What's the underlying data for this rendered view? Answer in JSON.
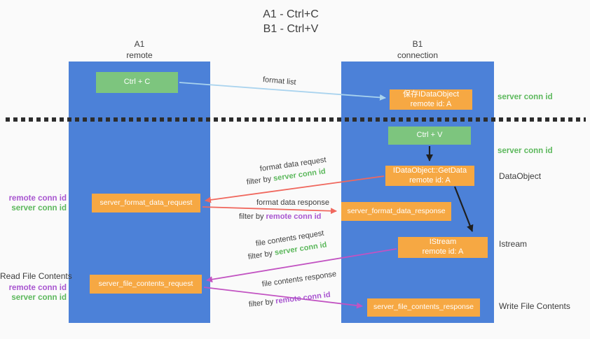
{
  "title": {
    "line1": "A1 - Ctrl+C",
    "line2": "B1 - Ctrl+V"
  },
  "columns": {
    "a": {
      "id": "A1",
      "subtitle": "remote"
    },
    "b": {
      "id": "B1",
      "subtitle": "connection"
    }
  },
  "nodes": {
    "ctrl_c": {
      "label": "Ctrl + C"
    },
    "save_idataobject": {
      "line1": "保存IDataObject",
      "line2": "remote id: A"
    },
    "ctrl_v": {
      "label": "Ctrl + V"
    },
    "getdata": {
      "line1": "IDataObject::GetData",
      "line2": "remote id: A"
    },
    "format_request": {
      "label": "server_format_data_request"
    },
    "format_response": {
      "label": "server_format_data_response"
    },
    "istream": {
      "line1": "IStream",
      "line2": "remote id: A"
    },
    "file_request": {
      "label": "server_file_contents_request"
    },
    "file_response": {
      "label": "server_file_contents_response"
    }
  },
  "flow_labels": {
    "format_list": "format list",
    "format_data_request": "format data request",
    "format_data_response": "format data response",
    "file_contents_request": "file contents request",
    "file_contents_response": "file contents response",
    "filter_by": "filter by",
    "server_conn_id": "server conn id",
    "remote_conn_id": "remote conn id"
  },
  "side_labels": {
    "server_conn_id": "server conn id",
    "remote_conn_id": "remote conn id",
    "dataobject": "DataObject",
    "istream": "Istream",
    "read_file_contents": "Read File Contents",
    "write_file_contents": "Write File Contents"
  },
  "colors": {
    "background": "#fafafa",
    "column_blue": "#4c81d8",
    "box_green": "#7dc57e",
    "box_orange": "#f6a843",
    "box_text": "#ffffff",
    "arrow_blue": "#a9d3ee",
    "arrow_black": "#1f1f1f",
    "arrow_salmon": "#f0685e",
    "arrow_magenta": "#c253c2",
    "label_green": "#5cb85c",
    "label_purple": "#a855d0",
    "text_dark": "#3c3c3c",
    "dotted_line": "#2d2d2d"
  }
}
